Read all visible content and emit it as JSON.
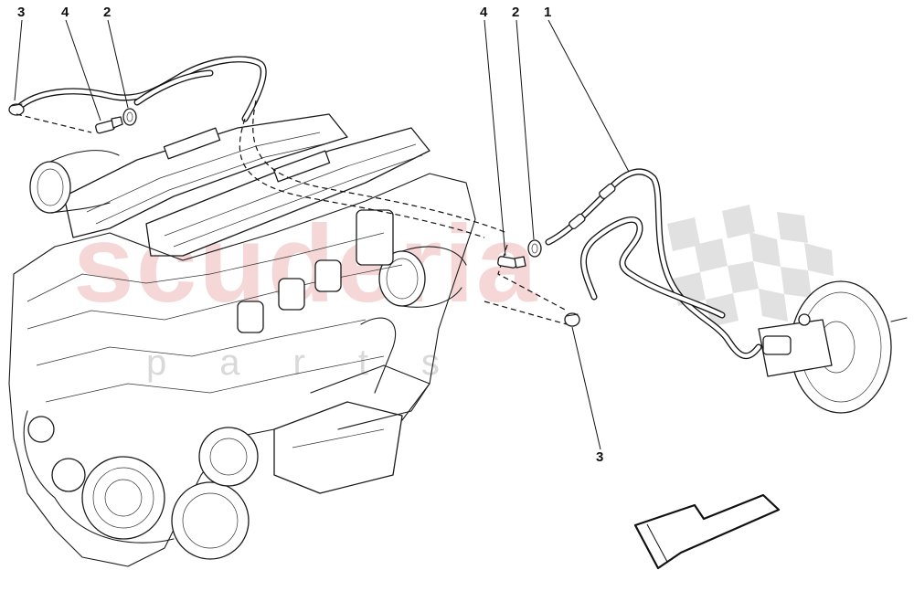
{
  "watermark": {
    "main_text": "scuderia",
    "sub_text": "parts"
  },
  "callouts": [
    {
      "id": "c-left-3",
      "label": "3"
    },
    {
      "id": "c-left-4",
      "label": "4"
    },
    {
      "id": "c-left-2",
      "label": "2"
    },
    {
      "id": "c-right-4",
      "label": "4"
    },
    {
      "id": "c-right-2",
      "label": "2"
    },
    {
      "id": "c-right-1",
      "label": "1"
    },
    {
      "id": "c-bottom-3",
      "label": "3"
    }
  ],
  "colors": {
    "line": "#1a1a1a",
    "watermark_red": "#f0b7b7",
    "watermark_grey": "#c9c9c9",
    "checker": "#d9d9d9"
  }
}
